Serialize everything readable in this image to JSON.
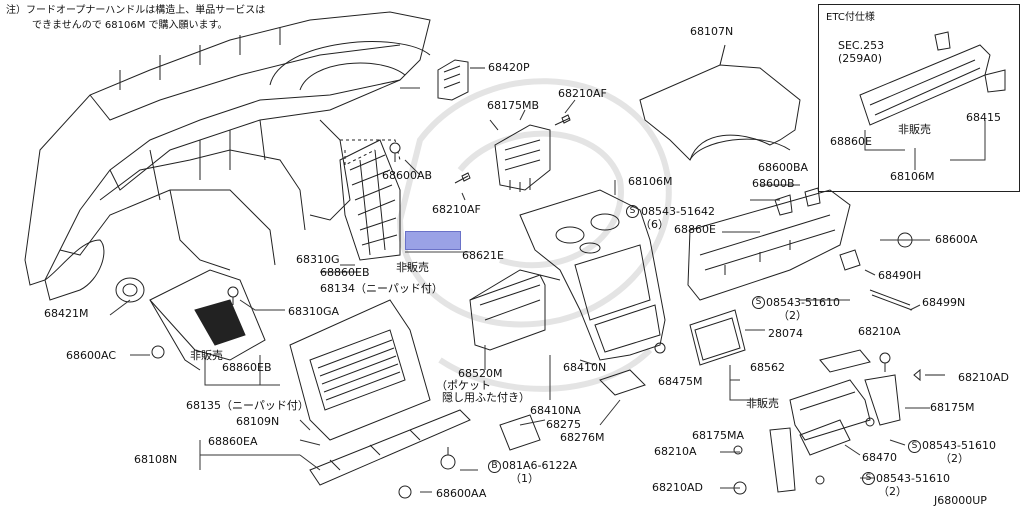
{
  "note": {
    "line1": "注）フードオープナーハンドルは構造上、単品サービスは",
    "line2": "できませんので 68106M で購入願います。"
  },
  "etc": {
    "title": "ETC付仕様",
    "sec": "SEC.253",
    "sec_sub": "(259A0)",
    "p1": "68860E",
    "p2": "非販売",
    "p3": "68415",
    "p4": "68106M"
  },
  "labels": {
    "l68420P": "68420P",
    "l68107N": "68107N",
    "l68175MB": "68175MB",
    "l68210AF_top": "68210AF",
    "l68600AB": "68600AB",
    "l68210AF_mid": "68210AF",
    "l68106M": "68106M",
    "l68600BA": "68600BA",
    "l68600B": "68600B",
    "l08543_51642": "08543-51642",
    "l08543_51642_q": "（6）",
    "l68860E": "68860E",
    "l68600A": "68600A",
    "l68310G": "68310G",
    "l68860EB_a": "68860EB",
    "l_nonsale_a": "非販売",
    "l68621E": "68621E",
    "l68134": "68134（ニーパッド付）",
    "l68490H": "68490H",
    "l68421M": "68421M",
    "l68310GA": "68310GA",
    "l08543_51610_a": "08543-51610",
    "l08543_51610_a_q": "（2）",
    "l68499N": "68499N",
    "l28074": "28074",
    "l68600AC": "68600AC",
    "l_nonsale_b": "非販売",
    "l68860EB_b": "68860EB",
    "l68520M": "68520M",
    "l68410N": "68410N",
    "l68210A_a": "68210A",
    "l68562": "68562",
    "l68210AD_a": "68210AD",
    "l68475M": "68475M",
    "l_pocket1": "（ポケット",
    "l_pocket2": "隠し用ふた付き）",
    "l68135": "68135（ニーパッド付）",
    "l68109N": "68109N",
    "l68410NA": "68410NA",
    "l68275": "68275",
    "l68276M": "68276M",
    "l_nonsale_c": "非販売",
    "l68175M": "68175M",
    "l08543_51610_b": "08543-51610",
    "l08543_51610_b_q": "（2）",
    "l68108N": "68108N",
    "l68860EA": "68860EA",
    "l68175MA": "68175MA",
    "l68210A_b": "68210A",
    "l68470": "68470",
    "l081A6": "081A6-6122A",
    "l081A6_q": "（1）",
    "l68210AD_b": "68210AD",
    "l08543_51610_c": "08543-51610",
    "l08543_51610_c_q": "（2）",
    "l68600AA": "68600AA"
  },
  "symbols": {
    "s": "S",
    "b": "B"
  },
  "diagram_code": "J68000UP"
}
